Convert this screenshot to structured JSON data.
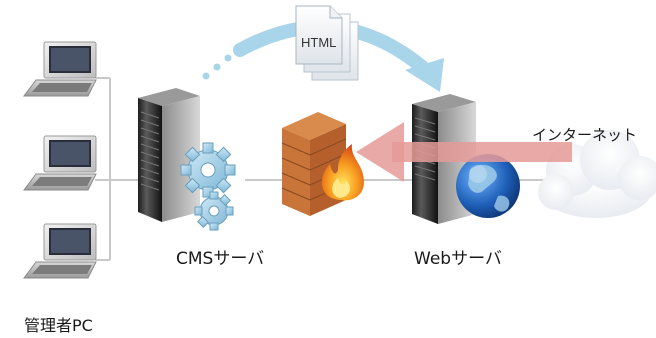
{
  "diagram": {
    "document_label": "HTML",
    "nodes": {
      "cms_server": "CMSサーバ",
      "web_server": "Webサーバ",
      "admin_pc": "管理者PC",
      "internet": "インターネット"
    },
    "colors": {
      "curve_arrow": "#a9d5ea",
      "block_arrow": "#e59a96",
      "cable": "#c9c9c9",
      "server_body": "#2b2b2b",
      "flame": "#f07a1c",
      "globe": "#1f5fb8"
    }
  }
}
